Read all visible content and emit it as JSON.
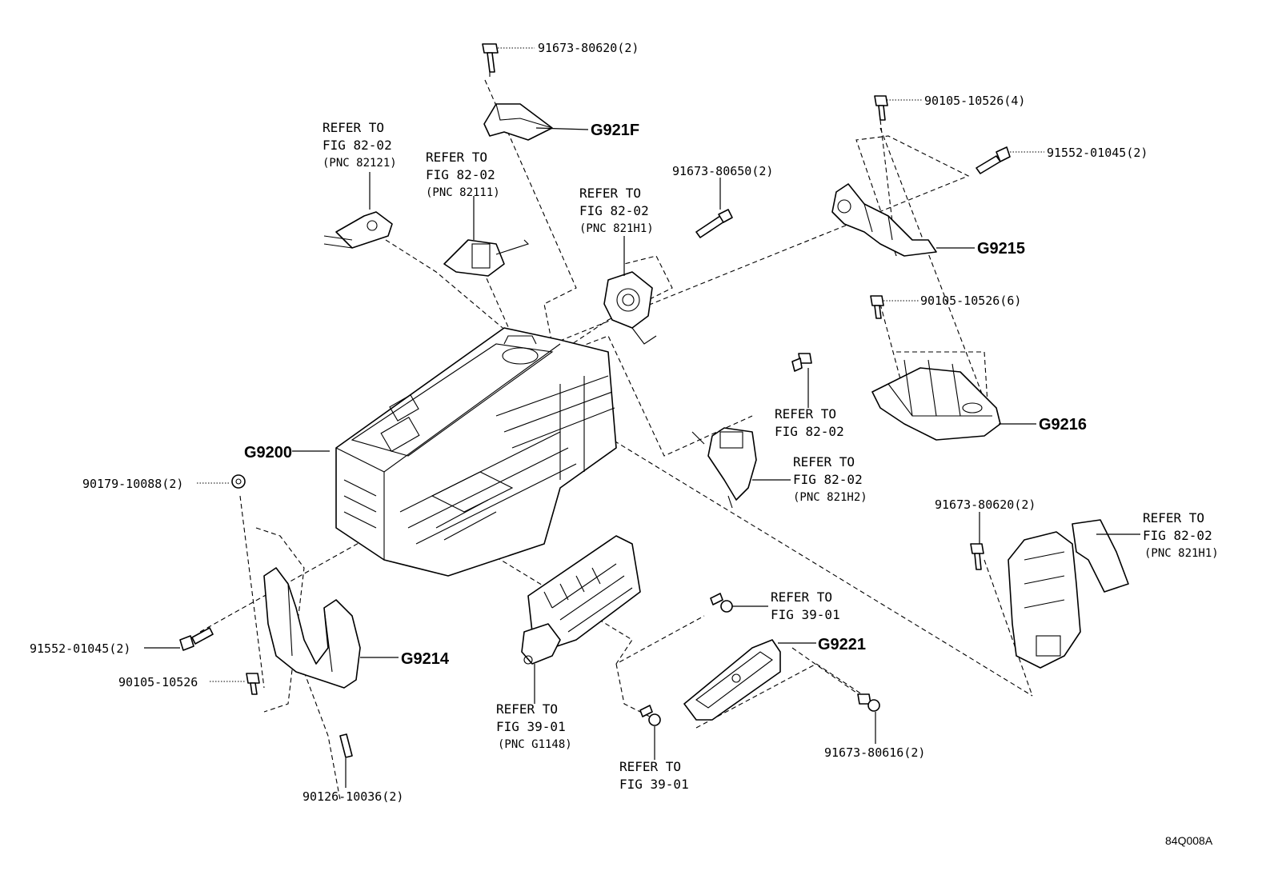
{
  "labels": {
    "top_bolt": "91673-80620(2)",
    "g921f": "G921F",
    "refer_82121_l1": "REFER TO",
    "refer_82121_l2": "FIG 82-02",
    "refer_82121_l3": "(PNC 82121)",
    "refer_82111_l1": "REFER TO",
    "refer_82111_l2": "FIG 82-02",
    "refer_82111_l3": "(PNC 82111)",
    "bolt_80650": "91673-80650(2)",
    "refer_821h1a_l1": "REFER TO",
    "refer_821h1a_l2": "FIG 82-02",
    "refer_821h1a_l3": "(PNC 821H1)",
    "bolt_10526_4": "90105-10526(4)",
    "bolt_01045_r": "91552-01045(2)",
    "g9215": "G9215",
    "bolt_10526_6": "90105-10526(6)",
    "g9216": "G9216",
    "refer_8202_mid_l1": "REFER TO",
    "refer_8202_mid_l2": "FIG 82-02",
    "refer_821h2_l1": "REFER TO",
    "refer_821h2_l2": "FIG 82-02",
    "refer_821h2_l3": "(PNC 821H2)",
    "g9200": "G9200",
    "bolt_10088": "90179-10088(2)",
    "bolt_80620_r": "91673-80620(2)",
    "refer_821h1b_l1": "REFER TO",
    "refer_821h1b_l2": "FIG 82-02",
    "refer_821h1b_l3": "(PNC 821H1)",
    "refer_3901a_l1": "REFER TO",
    "refer_3901a_l2": "FIG 39-01",
    "g9221": "G9221",
    "bolt_01045_l": "91552-01045(2)",
    "g9214": "G9214",
    "bolt_10526": "90105-10526",
    "refer_g1148_l1": "REFER TO",
    "refer_g1148_l2": "FIG 39-01",
    "refer_g1148_l3": "(PNC G1148)",
    "refer_3901b_l1": "REFER TO",
    "refer_3901b_l2": "FIG 39-01",
    "bolt_80616": "91673-80616(2)",
    "bolt_10036": "90126-10036(2)",
    "figure_id": "84Q008A"
  }
}
